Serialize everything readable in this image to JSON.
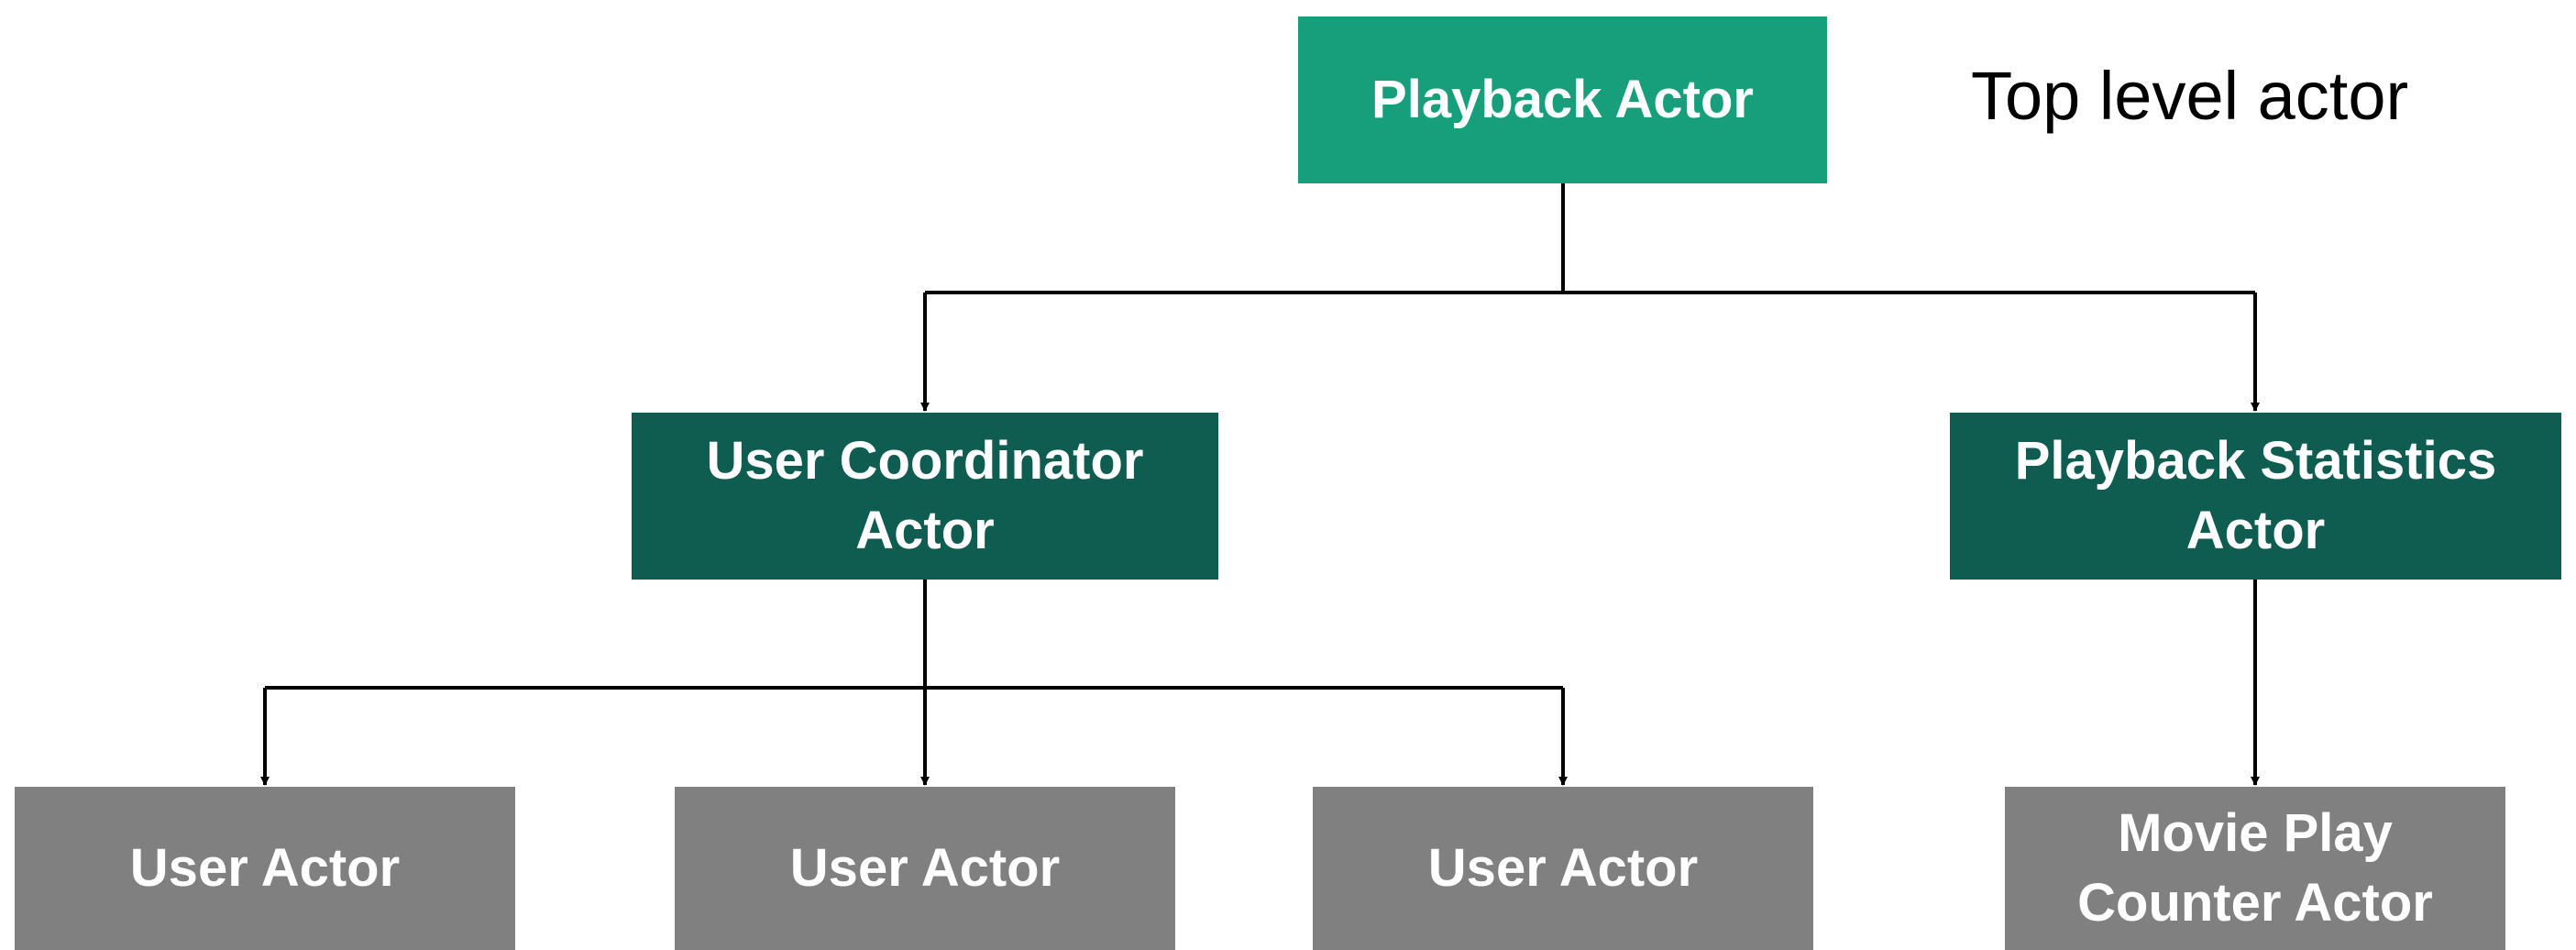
{
  "diagram": {
    "top_label": "Top level actor",
    "nodes": {
      "playback": "Playback Actor",
      "user_coordinator": "User Coordinator Actor",
      "playback_statistics": "Playback Statistics Actor",
      "user_actor_1": "User Actor",
      "user_actor_2": "User Actor",
      "user_actor_3": "User Actor",
      "movie_play_counter": "Movie Play Counter Actor"
    },
    "colors": {
      "top_level": "#179f7c",
      "mid_level": "#0f5c51",
      "leaf_level": "#808080",
      "connector": "#000000"
    }
  }
}
